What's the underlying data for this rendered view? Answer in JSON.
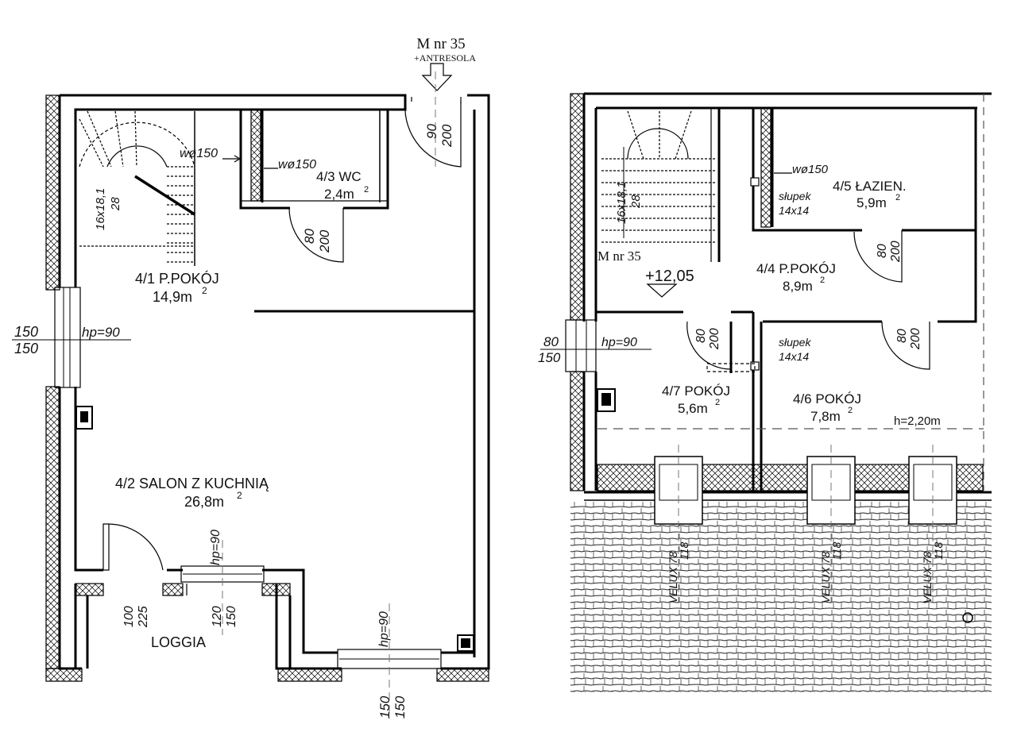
{
  "entrance": {
    "title": "M nr 35",
    "subtitle": "+ANTRESOLA"
  },
  "plan_left": {
    "stairs": {
      "size": "16x18,1",
      "count": "28"
    },
    "vents": [
      "wø150",
      "wø150"
    ],
    "rooms": [
      {
        "name": "4/1 P.POKÓJ",
        "area": "14,9m",
        "sup": "2"
      },
      {
        "name": "4/3 WC",
        "area": "2,4m",
        "sup": "2"
      },
      {
        "name": "4/2 SALON Z KUCHNIĄ",
        "area": "26,8m",
        "sup": "2"
      },
      {
        "name": "LOGGIA"
      }
    ],
    "door_entry": {
      "w": "90",
      "h": "200"
    },
    "door_wc": {
      "w": "80",
      "h": "200"
    },
    "window_left": {
      "w": "150",
      "h": "150",
      "hp": "hp=90"
    },
    "window_loggia": {
      "hp": "hp=90"
    },
    "door_loggia_a": {
      "w": "100",
      "h": "225"
    },
    "door_loggia_b": {
      "w": "120",
      "h": "150"
    },
    "window_bottom": {
      "w": "150",
      "h": "150",
      "hp": "hp=90"
    }
  },
  "plan_right": {
    "stairs": {
      "size": "16x18,1",
      "count": "28"
    },
    "stair_label": "M nr 35",
    "level": "+12,05",
    "vent": "wø150",
    "posts": [
      {
        "label": "słupek",
        "size": "14x14"
      },
      {
        "label": "słupek",
        "size": "14x14"
      }
    ],
    "rooms": [
      {
        "name": "4/5 ŁAZIEN.",
        "area": "5,9m",
        "sup": "2"
      },
      {
        "name": "4/4 P.POKÓJ",
        "area": "8,9m",
        "sup": "2"
      },
      {
        "name": "4/7 POKÓJ",
        "area": "5,6m",
        "sup": "2"
      },
      {
        "name": "4/6 POKÓJ",
        "area": "7,8m",
        "sup": "2"
      }
    ],
    "doors": [
      {
        "w": "80",
        "h": "200"
      },
      {
        "w": "80",
        "h": "200"
      },
      {
        "w": "80",
        "h": "200"
      }
    ],
    "window_left": {
      "w": "80",
      "h": "150",
      "hp": "hp=90"
    },
    "height_note": "h=2,20m",
    "velux": [
      {
        "name": "VELUX 78",
        "size": "118"
      },
      {
        "name": "VELUX 78",
        "size": "118"
      },
      {
        "name": "VELUX 78",
        "size": "118"
      }
    ]
  }
}
